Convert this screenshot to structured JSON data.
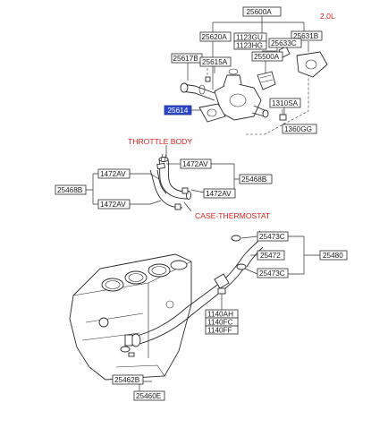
{
  "corner_label": "2.0L",
  "labels": {
    "throttle": "THROTTLE BODY",
    "case": "CASE-THERMOSTAT"
  },
  "parts": {
    "p25600A": "25600A",
    "p25620A": "25620A",
    "p1123GU": "1123GU",
    "p1123HG": "1123HG",
    "p25631B": "25631B",
    "p25633C": "25633C",
    "p25617B": "25617B",
    "p25615A": "25615A",
    "p25500A": "25500A",
    "p25614": "25614",
    "p1310SA": "1310SA",
    "p1360GG": "1360GG",
    "p1472AV_a": "1472AV",
    "p1472AV_b": "1472AV",
    "p1472AV_c": "1472AV",
    "p1472AV_d": "1472AV",
    "p25468B_l": "25468B",
    "p25468B_r": "25468B",
    "p25473C_a": "25473C",
    "p25472": "25472",
    "p25473C_b": "25473C",
    "p25480": "25480",
    "p1140AH": "1140AH",
    "p1140FC": "1140FC",
    "p1140FF": "1140FF",
    "p25462B": "25462B",
    "p25460E": "25460E"
  },
  "colors": {
    "highlight": "#2c46c9",
    "note_red": "#e0201b"
  }
}
